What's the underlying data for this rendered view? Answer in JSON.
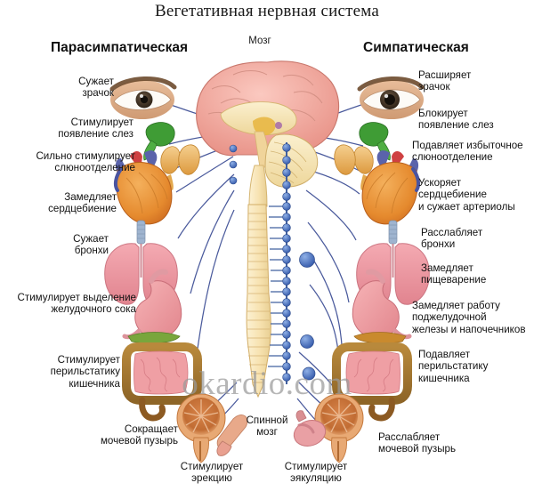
{
  "title": "Вегетативная нервная система",
  "columns": {
    "left_header": "Парасимпатическая",
    "right_header": "Симпатическая"
  },
  "center_labels": {
    "brain": "Мозг",
    "spinal_cord": "Спинной\nмозг"
  },
  "watermark": "okardio.com",
  "parasympathetic_labels": [
    {
      "id": "pupil",
      "text": "Сужает\nзрачок"
    },
    {
      "id": "tears",
      "text": "Стимулирует\nпоявление слез"
    },
    {
      "id": "saliva",
      "text": "Сильно стимулирует\nслюноотделение"
    },
    {
      "id": "heart",
      "text": "Замедляет\nсердцебиение"
    },
    {
      "id": "bronchi",
      "text": "Сужает\nбронхи"
    },
    {
      "id": "gastric",
      "text": "Стимулирует выделение\nжелудочного сока"
    },
    {
      "id": "gut",
      "text": "Стимулирует\nперильстатику\nкишечника"
    },
    {
      "id": "bladder",
      "text": "Сокращает\nмочевой пузырь"
    },
    {
      "id": "erection",
      "text": "Стимулирует\nэрекцию"
    }
  ],
  "sympathetic_labels": [
    {
      "id": "pupil",
      "text": "Расширяет\nзрачок"
    },
    {
      "id": "tears",
      "text": "Блокирует\nпоявление слез"
    },
    {
      "id": "saliva",
      "text": "Подавляет избыточное\nслюноотделение"
    },
    {
      "id": "heart",
      "text": "Ускоряет\nсердцебиение\nи сужает артериолы"
    },
    {
      "id": "bronchi",
      "text": "Расслабляет\nбронхи"
    },
    {
      "id": "digestion",
      "text": "Замедляет\nпищеварение"
    },
    {
      "id": "pancreas",
      "text": "Замедляет работу\nподжелудочной\nжелезы и напочечников"
    },
    {
      "id": "gut",
      "text": "Подавляет\nперильстатику\nкишечника"
    },
    {
      "id": "bladder",
      "text": "Расслабляет\nмочевой пузырь"
    },
    {
      "id": "ejaculation",
      "text": "Стимулирует\nэякуляцию"
    }
  ],
  "organs": [
    {
      "id": "eye",
      "name": "eye-illustration"
    },
    {
      "id": "lacrimal-gland",
      "name": "lacrimal-gland-illustration"
    },
    {
      "id": "salivary-glands",
      "name": "salivary-glands-illustration"
    },
    {
      "id": "heart",
      "name": "heart-illustration"
    },
    {
      "id": "lungs",
      "name": "lungs-illustration"
    },
    {
      "id": "stomach",
      "name": "stomach-illustration"
    },
    {
      "id": "pancreas",
      "name": "pancreas-illustration"
    },
    {
      "id": "intestines",
      "name": "intestines-illustration"
    },
    {
      "id": "bladder",
      "name": "bladder-illustration"
    },
    {
      "id": "penis",
      "name": "penis-illustration"
    },
    {
      "id": "testis",
      "name": "testis-illustration"
    },
    {
      "id": "brain",
      "name": "brain-illustration"
    },
    {
      "id": "spinal-cord",
      "name": "spinal-cord-illustration"
    },
    {
      "id": "ganglion-chain",
      "name": "sympathetic-ganglion-chain"
    }
  ],
  "colors": {
    "nerve_line": "#4a5a9c",
    "ganglion": "#4f74c8",
    "brain_cortex": "#f3a79c",
    "brain_inner": "#f6e3b4",
    "spinal_cord": "#faeac4",
    "heart_muscle": "#eb9138",
    "heart_vessel_blue": "#5a63ab",
    "heart_vessel_red": "#cf4142",
    "lung": "#ef9aa5",
    "stomach": "#ef9aa0",
    "pancreas": "#79a63c",
    "colon": "#a3762e",
    "small_intestine": "#ef9fa4",
    "bladder": "#c5703a",
    "lacrimal": "#3f9c35",
    "salivary": "#eab15c",
    "text": "#121212",
    "watermark": "#9a9a9a"
  }
}
